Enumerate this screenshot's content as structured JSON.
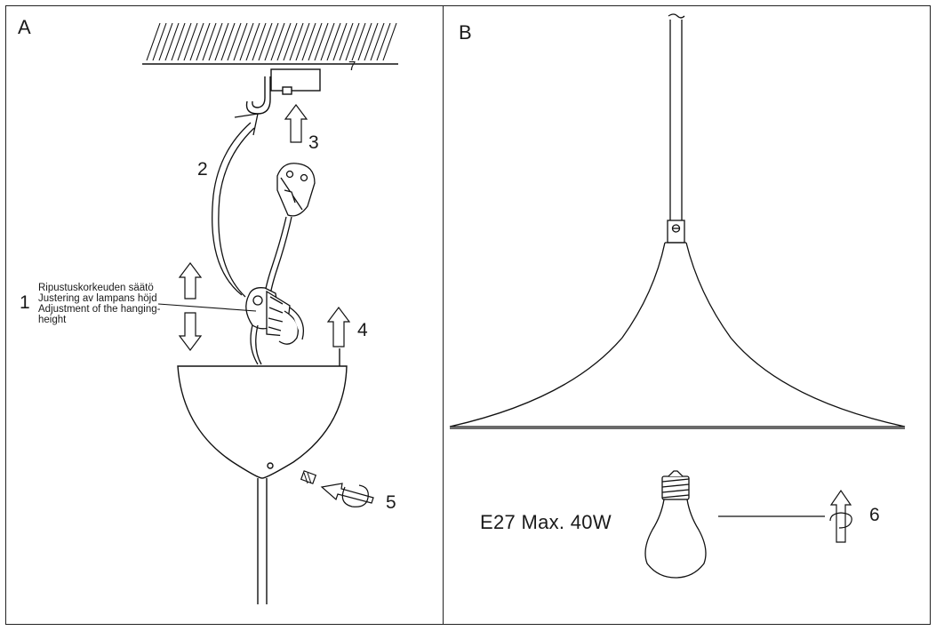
{
  "panel_a": {
    "label": "A",
    "steps": {
      "s1": "1",
      "s2": "2",
      "s3": "3",
      "s4": "4",
      "s5": "5"
    },
    "ceiling_mark": "7",
    "adjustment_text": [
      "Ripustuskorkeuden säätö",
      "Justering av lampans höjd",
      "Adjustment of the hanging-",
      "height"
    ]
  },
  "panel_b": {
    "label": "B",
    "bulb_label": "E27 Max. 40W",
    "step": "6"
  }
}
